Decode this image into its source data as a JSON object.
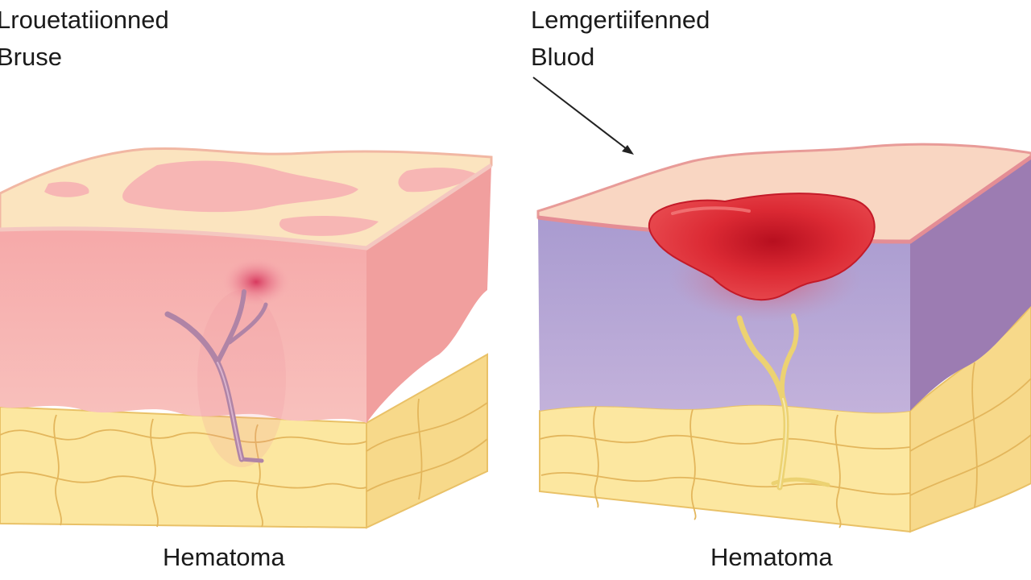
{
  "left_panel": {
    "title": "Lrouetatiionned",
    "subtitle": "Bruse",
    "caption": "Hematoma"
  },
  "right_panel": {
    "title": "Lemgertiifenned",
    "subtitle": "Bluod",
    "caption": "Hematoma"
  },
  "colors": {
    "skin_top": "#fbe3bd",
    "left_dermis": "#f6b0b0",
    "right_dermis": "#b7a3d1",
    "fat": "#fbe7a3",
    "hematoma": "#dd2b35",
    "vessel_left": "#b084a6",
    "vessel_right": "#ecd272"
  },
  "icons": [
    "arrow-pointer"
  ]
}
